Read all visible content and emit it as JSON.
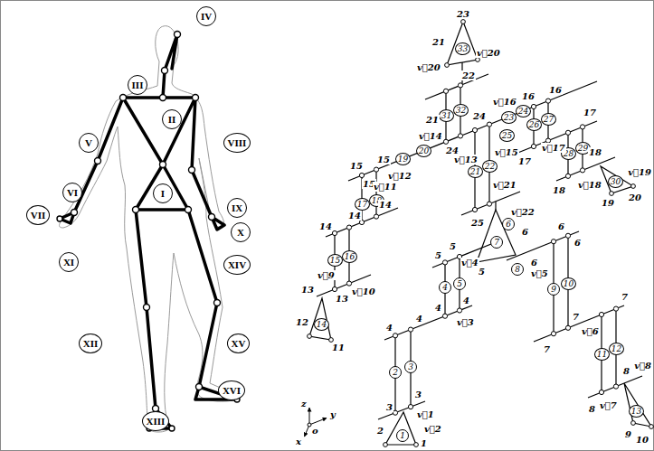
{
  "diagram": {
    "nodes": [
      {
        "text": [
          "IV"
        ]
      },
      {
        "text": [
          "III"
        ]
      },
      {
        "text": [
          "II"
        ]
      },
      {
        "text": [
          "V"
        ]
      },
      {
        "text": [
          "VIII"
        ]
      },
      {
        "text": [
          "VI"
        ]
      },
      {
        "text": [
          "I"
        ]
      },
      {
        "text": [
          "IX"
        ]
      },
      {
        "text": [
          "VII"
        ]
      },
      {
        "text": [
          "X"
        ]
      },
      {
        "text": [
          "XI"
        ]
      },
      {
        "text": [
          "XIV"
        ]
      },
      {
        "text": [
          "XII"
        ]
      },
      {
        "text": [
          "XV"
        ]
      },
      {
        "text": [
          "XVI"
        ]
      },
      {
        "text": [
          "XIII"
        ]
      },
      {
        "text": [
          "1"
        ]
      },
      {
        "text": [
          "2"
        ]
      },
      {
        "text": [
          "3"
        ]
      },
      {
        "text": [
          "4"
        ]
      },
      {
        "text": [
          "5"
        ]
      },
      {
        "text": [
          "6"
        ]
      },
      {
        "text": [
          "7"
        ]
      },
      {
        "text": [
          "8"
        ]
      },
      {
        "text": [
          "9"
        ]
      },
      {
        "text": [
          "10"
        ]
      },
      {
        "text": [
          "11"
        ]
      },
      {
        "text": [
          "12"
        ]
      },
      {
        "text": [
          "13"
        ]
      },
      {
        "text": [
          "14"
        ]
      },
      {
        "text": [
          "15"
        ]
      },
      {
        "text": [
          "16"
        ]
      },
      {
        "text": [
          "17"
        ]
      },
      {
        "text": [
          "18"
        ]
      },
      {
        "text": [
          "19"
        ]
      },
      {
        "text": [
          "20"
        ]
      },
      {
        "text": [
          "21"
        ]
      },
      {
        "text": [
          "22"
        ]
      },
      {
        "text": [
          "23"
        ]
      },
      {
        "text": [
          "24"
        ]
      },
      {
        "text": [
          "25"
        ]
      },
      {
        "text": [
          "26"
        ]
      },
      {
        "text": [
          "27"
        ]
      },
      {
        "text": [
          "28"
        ]
      },
      {
        "text": [
          "29"
        ]
      },
      {
        "text": [
          "30"
        ]
      },
      {
        "text": [
          "31"
        ]
      },
      {
        "text": [
          "32"
        ]
      },
      {
        "text": [
          "33"
        ]
      }
    ],
    "labels": [
      "23",
      "21",
      "v⃗20",
      "v⃗20",
      "22",
      "21",
      "16",
      "16",
      "v⃗16",
      "17",
      "17",
      "v⃗17",
      "18",
      "v⃗18",
      "18",
      "v⃗19",
      "19",
      "20",
      "24",
      "24",
      "v⃗13",
      "v⃗14",
      "v⃗15",
      "v⃗21",
      "25",
      "v⃗22",
      "15",
      "15",
      "v⃗12",
      "15",
      "v⃗11",
      "14",
      "14",
      "14",
      "v⃗9",
      "v⃗10",
      "13",
      "13",
      "12",
      "11",
      "5",
      "5",
      "v⃗4",
      "5",
      "4",
      "4",
      "v⃗3",
      "4",
      "4",
      "3",
      "3",
      "v⃗1",
      "v⃗2",
      "2",
      "1",
      "6",
      "6",
      "6",
      "6",
      "v⃗5",
      "7",
      "7",
      "v⃗6",
      "7",
      "8",
      "v⃗7",
      "8",
      "v⃗8",
      "9",
      "10",
      "z",
      "y",
      "o",
      "x"
    ]
  }
}
